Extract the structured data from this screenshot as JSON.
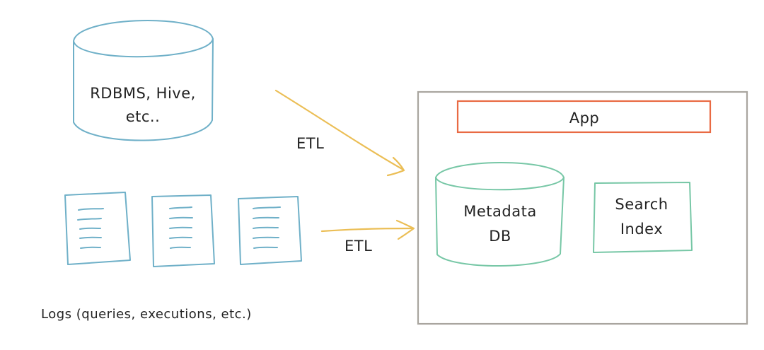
{
  "diagram": {
    "source_db_label_line1": "RDBMS, Hive,",
    "source_db_label_line2": "etc..",
    "etl_top_label": "ETL",
    "etl_bottom_label": "ETL",
    "logs_caption": "Logs (queries, executions, etc.)",
    "app_label": "App",
    "metadata_db_line1": "Metadata",
    "metadata_db_line2": "DB",
    "search_index_line1": "Search",
    "search_index_line2": "Index"
  },
  "colors": {
    "source_stroke": "#6fb0c8",
    "metadata_stroke": "#77c7a6",
    "system_box_stroke": "#a9a59f",
    "app_box_stroke": "#e96a43",
    "etl_arrow_stroke": "#ebbe55"
  }
}
